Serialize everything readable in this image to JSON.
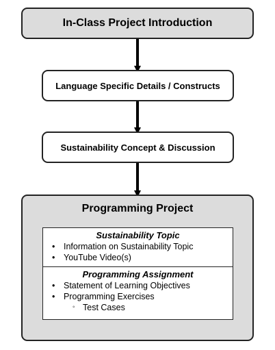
{
  "boxes": {
    "intro": "In-Class Project Introduction",
    "lang": "Language Specific Details / Constructs",
    "sust": "Sustainability Concept & Discussion"
  },
  "project": {
    "title": "Programming Project",
    "sections": [
      {
        "heading": "Sustainability Topic",
        "items": [
          {
            "text": "Information on Sustainability Topic",
            "level": 1
          },
          {
            "text": "YouTube Video(s)",
            "level": 1
          }
        ]
      },
      {
        "heading": "Programming Assignment",
        "items": [
          {
            "text": "Statement of Learning Objectives",
            "level": 1
          },
          {
            "text": "Programming Exercises",
            "level": 1
          },
          {
            "text": "Test Cases",
            "level": 2
          }
        ]
      }
    ]
  },
  "colors": {
    "box_gray": "#dcdcdc",
    "border": "#222222"
  },
  "icons": {
    "bullet": "•",
    "sub_bullet": "◦"
  }
}
